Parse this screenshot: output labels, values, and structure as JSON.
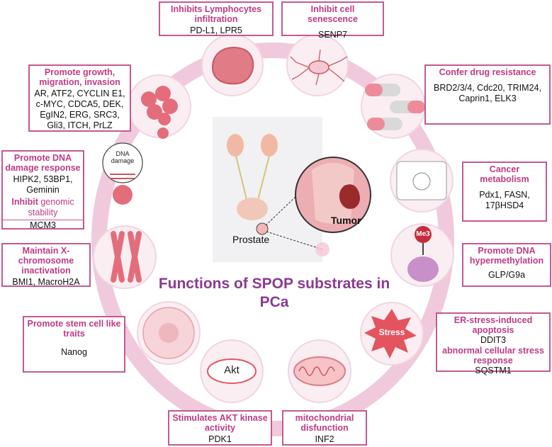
{
  "title": "Functions of SPOP substrates in PCa",
  "nodes": {
    "lymph": {
      "title": "Inhibits Lymphocytes infiltration",
      "genes": "PD-L1, LPR5"
    },
    "senescence": {
      "title": "Inhibit cell senescence",
      "genes": "SENP7"
    },
    "growth": {
      "title": "Promote growth, migration, invasion",
      "genes": "AR, ATF2, CYCLIN E1, c-MYC, CDCA5, DEK, EgIN2, ERG, SRC3, Gli3, ITCH, PrLZ"
    },
    "drug": {
      "title": "Confer drug resistance",
      "genes": "BRD2/3/4, Cdc20, TRIM24,  Caprin1, ELK3"
    },
    "dna": {
      "title": "Promote DNA damage response",
      "genes": "HIPK2, 53BP1, Geminin",
      "title2_bold": "Inhibit",
      "title2_rest": " genomic stability",
      "genes2": "MCM3"
    },
    "metabolism": {
      "title": "Cancer metabolism",
      "genes": "Pdx1,  FASN, 17βHSD4"
    },
    "xchrom": {
      "title": "Maintain X-chromosome inactivation",
      "genes": "BMI1,  MacroH2A"
    },
    "hyper": {
      "title": "Promote DNA hypermethylation",
      "genes": "GLP/G9a"
    },
    "stem": {
      "title": "Promote stem cell like traits",
      "genes": "Nanog"
    },
    "er": {
      "title": "ER-stress-induced apoptosis",
      "genes": "DDIT3",
      "title2": "abnormal cellular stress response",
      "genes2": "SQSTM1"
    },
    "akt": {
      "title": "Stimulates AKT kinase activity",
      "genes": "PDK1"
    },
    "mito": {
      "title": "mitochondrial disfunction",
      "genes": "INF2"
    }
  },
  "illustrations": {
    "dna_damage_label": "DNA damage",
    "me3_label": "Me3",
    "stress_label": "Stress",
    "akt_label": "Akt",
    "prostate_label": "Prostate",
    "tumor_label": "Tumor"
  },
  "colors": {
    "accent": "#c03a86",
    "border": "#c45a92",
    "ring": "#f1c9dc",
    "title": "#8a3a91"
  }
}
